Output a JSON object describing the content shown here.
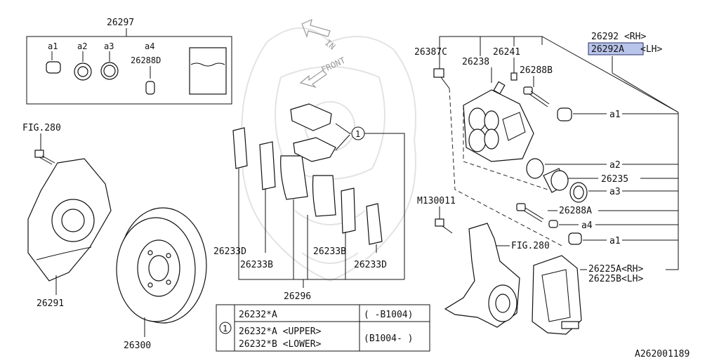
{
  "diagram_id": "A262001189",
  "direction_labels": {
    "in": "IN",
    "front": "FRONT"
  },
  "kit": {
    "part_no": "26297",
    "items": [
      "a1",
      "a2",
      "a3",
      "a4"
    ],
    "item_a4_part": "26288D"
  },
  "callouts": {
    "fig280_left": "FIG.280",
    "fig280_right": "FIG.280",
    "p26291": "26291",
    "p26300": "26300",
    "p26296": "26296",
    "p26233D_left": "26233D",
    "p26233B_left": "26233B",
    "p26233B_right": "26233B",
    "p26233D_right": "26233D",
    "pm130011": "M130011",
    "p26387C": "26387C",
    "p26238": "26238",
    "p26241": "26241",
    "p26288B": "26288B",
    "p26292_rh": "26292 <RH>",
    "p26292_lh_part": "26292A",
    "p26292_lh_side": "<LH>",
    "a1_top": "a1",
    "a2": "a2",
    "p26235": "26235",
    "a3": "a3",
    "p26288A": "26288A",
    "a4": "a4",
    "a1_bottom": "a1",
    "p26225A": "26225A<RH>",
    "p26225B": "26225B<LH>",
    "circle_one": "1"
  },
  "pad_table": {
    "circle": "1",
    "rows": [
      {
        "lines": [
          "26232*A"
        ],
        "range": "( -B1004)"
      },
      {
        "lines": [
          "26232*A <UPPER>",
          "26232*B <LOWER>"
        ],
        "range": "(B1004- )"
      }
    ]
  }
}
